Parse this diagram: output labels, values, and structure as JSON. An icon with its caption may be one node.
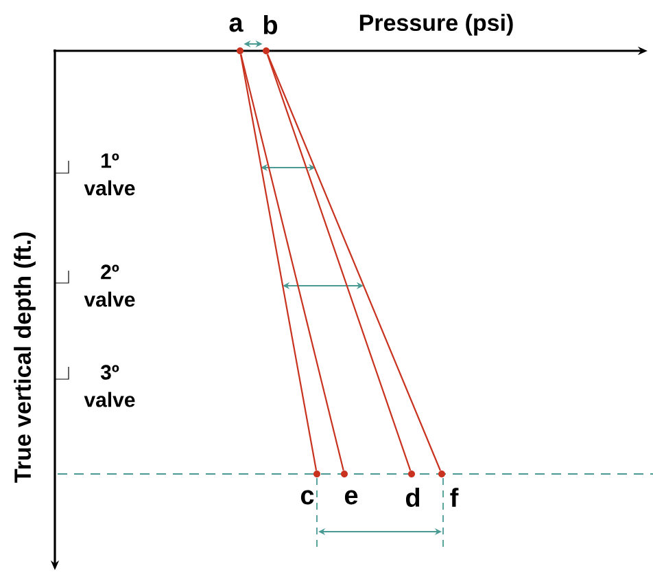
{
  "diagram": {
    "nodes": [
      {
        "text": [
          "a"
        ]
      },
      {
        "text": [
          "b"
        ]
      },
      {
        "text": [
          "c"
        ]
      },
      {
        "text": [
          "e"
        ]
      },
      {
        "text": [
          "d"
        ]
      },
      {
        "text": [
          "f"
        ]
      }
    ],
    "edges": [
      {
        "from": 0,
        "to": 2,
        "arrow": "none"
      },
      {
        "from": 0,
        "to": 3,
        "arrow": "none"
      },
      {
        "from": 1,
        "to": 4,
        "arrow": "none"
      },
      {
        "from": 1,
        "to": 5,
        "arrow": "none"
      },
      {
        "from": 0,
        "to": 1,
        "arrow": "both",
        "color": "#4a9a94"
      }
    ],
    "labels": [
      "Pressure (psi)",
      "True vertical depth (ft.)",
      "1º valve",
      "2º valve",
      "3º valve"
    ]
  }
}
